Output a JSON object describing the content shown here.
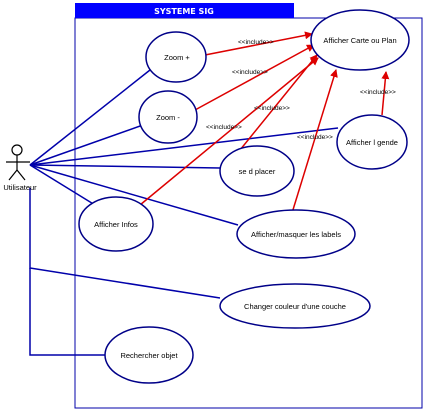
{
  "system": {
    "title": "SYSTEME SIG"
  },
  "actor": {
    "name": "Utilisateur"
  },
  "use_cases": {
    "zoom_plus": "Zoom +",
    "zoom_minus": "Zoom -",
    "afficher_carte": "Afficher Carte ou Plan",
    "afficher_legende": "Afficher l  gende",
    "deplacer": "se d placer",
    "afficher_infos": "Afficher Infos",
    "afficher_labels": "Afficher/masquer les labels",
    "changer_couleur": "Changer couleur d'une couche",
    "rechercher": "Rechercher objet"
  },
  "relations": {
    "include_label": "<<include>>"
  },
  "colors": {
    "association": "#0000aa",
    "include": "#dd0000",
    "title_bar": "#0000ff",
    "ellipse_stroke": "#000088"
  }
}
